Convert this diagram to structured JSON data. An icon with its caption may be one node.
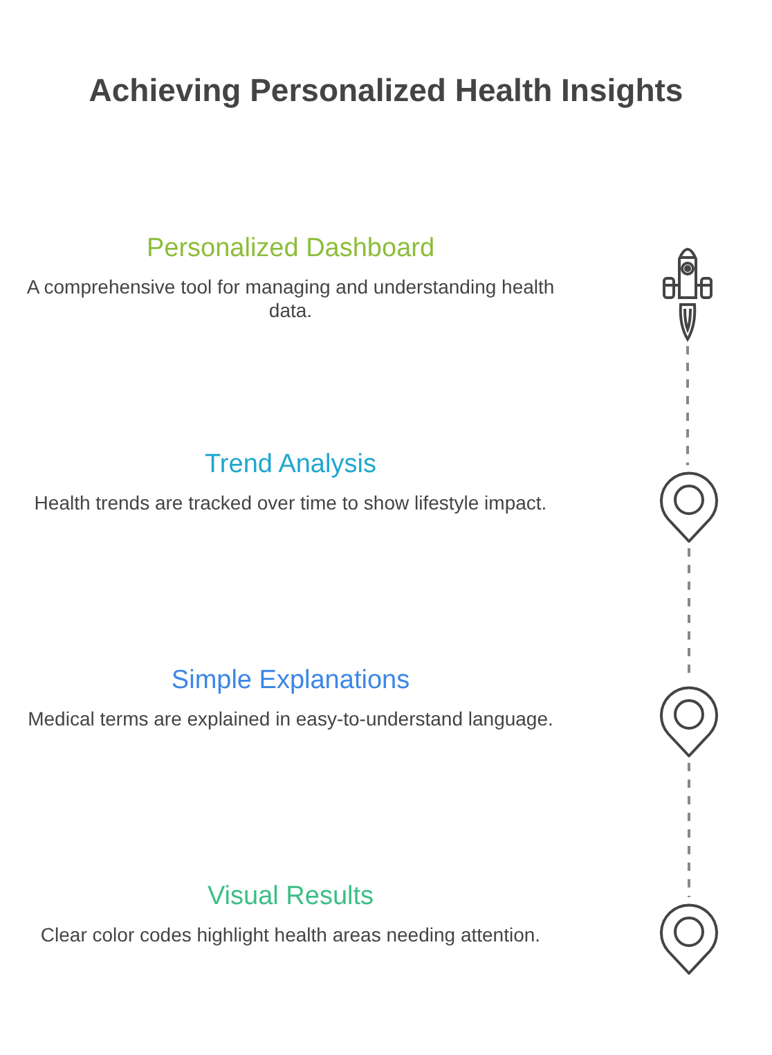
{
  "diagram": {
    "title": "Achieving Personalized Health Insights",
    "nodes": [
      {
        "text": [
          "Personalized Dashboard",
          "A comprehensive tool for managing and understanding health data."
        ]
      },
      {
        "text": [
          "Trend Analysis",
          "Health trends are tracked over time to show lifestyle impact."
        ]
      },
      {
        "text": [
          "Simple Explanations",
          "Medical terms are explained in easy-to-understand language."
        ]
      },
      {
        "text": [
          "Visual Results",
          "Clear color codes highlight health areas needing attention."
        ]
      },
      {
        "text": [],
        "shape": "rocket"
      },
      {
        "text": [],
        "shape": "pin"
      },
      {
        "text": [],
        "shape": "pin"
      },
      {
        "text": [],
        "shape": "pin"
      }
    ],
    "edges": [
      {
        "from": 4,
        "to": 5,
        "arrow": "none",
        "style": "dashed"
      },
      {
        "from": 5,
        "to": 6,
        "arrow": "none",
        "style": "dashed"
      },
      {
        "from": 6,
        "to": 7,
        "arrow": "none",
        "style": "dashed"
      }
    ]
  }
}
